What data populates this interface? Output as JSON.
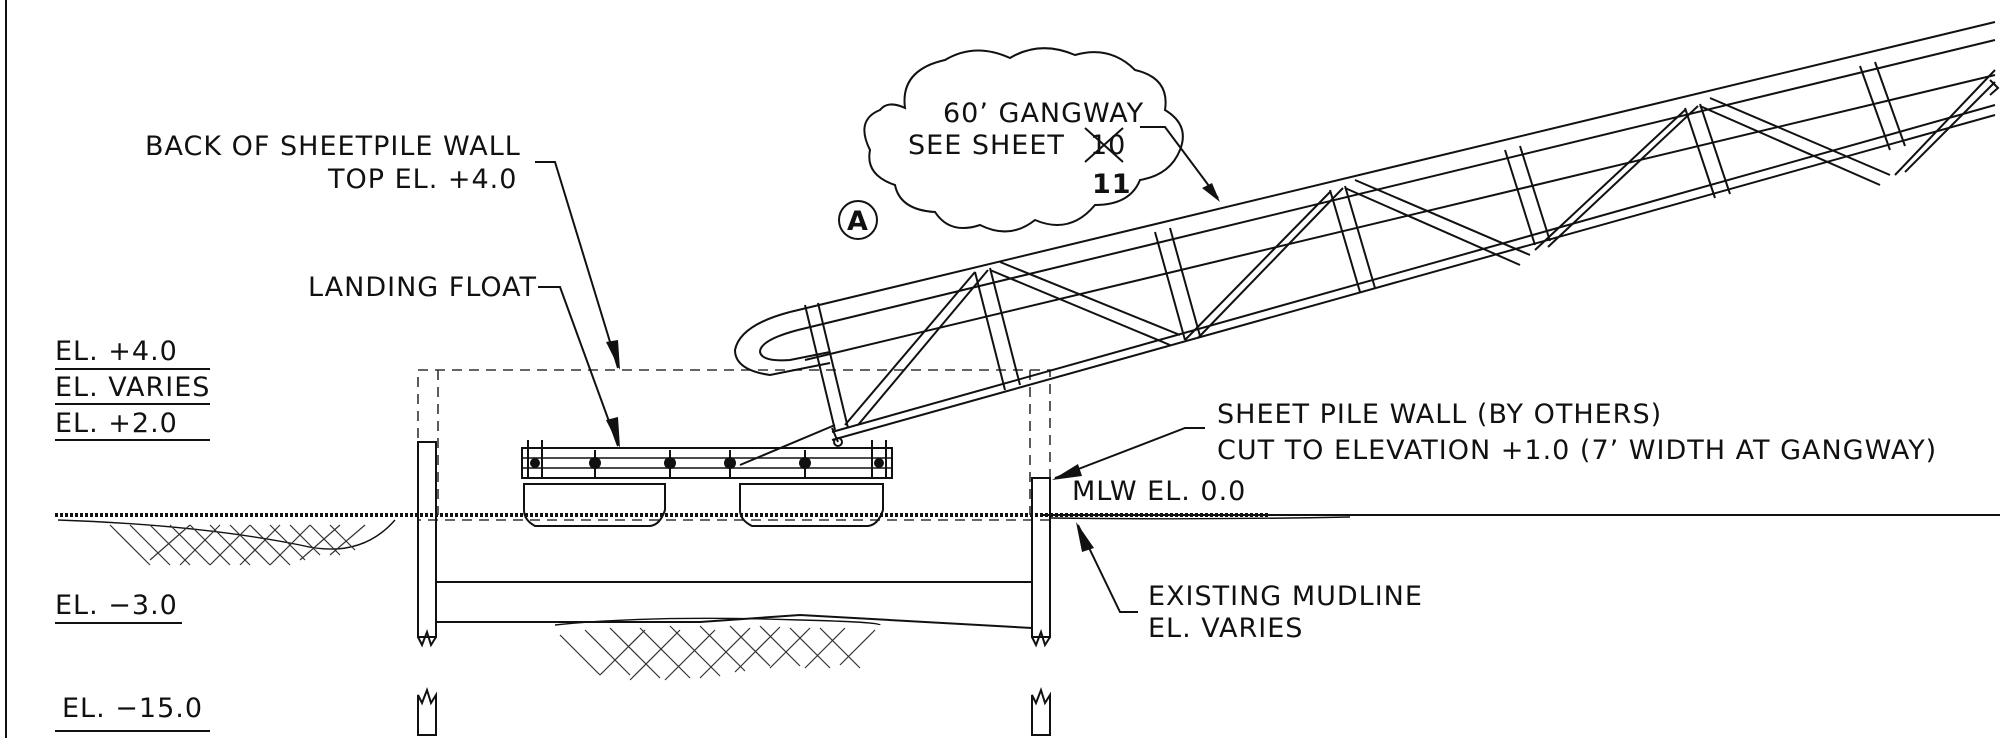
{
  "elevations": {
    "el_plus4": "EL. +4.0",
    "el_varies": "EL. VARIES",
    "el_plus2": "EL.   +2.0",
    "el_minus3": "EL. −3.0",
    "el_minus15": "EL. −15.0"
  },
  "callouts": {
    "sheetpile_back_1": "BACK OF SHEETPILE WALL",
    "sheetpile_back_2": "TOP EL. +4.0",
    "landing_float": "LANDING FLOAT",
    "sheet_pile_1": "SHEET PILE WALL (BY OTHERS)",
    "sheet_pile_2": "CUT TO ELEVATION +1.0 (7’ WIDTH AT GANGWAY)",
    "mlw": "MLW EL. 0.0",
    "mudline_1": "EXISTING MUDLINE",
    "mudline_2": "EL. VARIES"
  },
  "revision_cloud": {
    "line1": "60’ GANGWAY",
    "line2": "SEE SHEET",
    "old_sheet": "10",
    "new_sheet": "11",
    "tag": "A"
  }
}
